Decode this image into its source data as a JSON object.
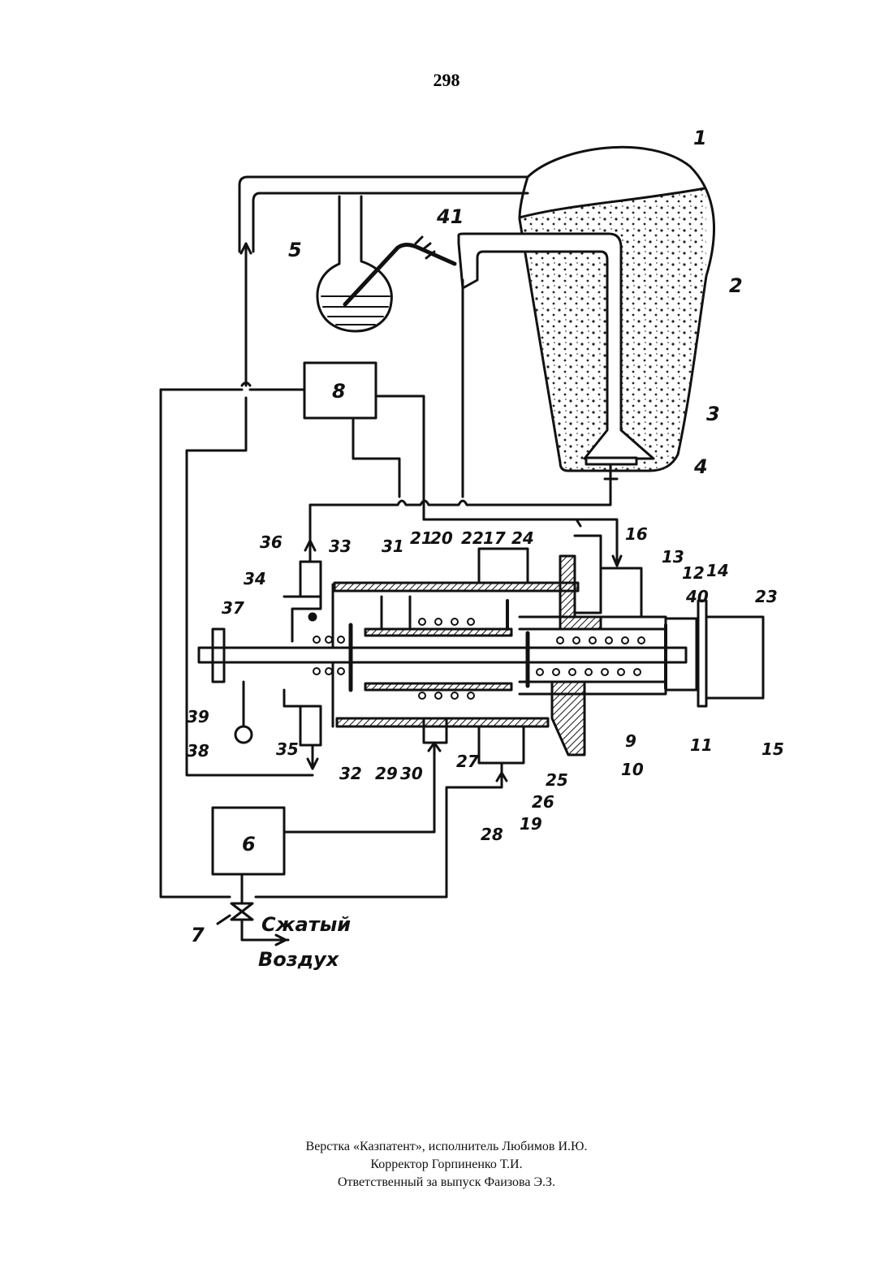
{
  "page": {
    "number": "298"
  },
  "diagram": {
    "blocks": {
      "b8": "8",
      "b6": "6"
    },
    "labels": {
      "l1": "1",
      "l2": "2",
      "l3": "3",
      "l4": "4",
      "l5": "5",
      "l7": "7",
      "l9": "9",
      "l10": "10",
      "l11": "11",
      "l12": "12",
      "l13": "13",
      "l14": "14",
      "l15": "15",
      "l16": "16",
      "l19": "19",
      "l20": "20",
      "l21": "21",
      "l22": "22",
      "l17": "17",
      "l23": "23",
      "l24": "24",
      "l25": "25",
      "l26": "26",
      "l27": "27",
      "l28": "28",
      "l29": "29",
      "l30": "30",
      "l31": "31",
      "l32": "32",
      "l33": "33",
      "l34": "34",
      "l35": "35",
      "l36": "36",
      "l37": "37",
      "l38": "38",
      "l39": "39",
      "l40": "40",
      "l41": "41"
    },
    "air_line1": "Сжатый",
    "air_line2": "Воздух"
  },
  "footer": {
    "line1": "Верстка «Казпатент», исполнитель Любимов И.Ю.",
    "line2": "Корректор Горпиненко Т.И.",
    "line3": "Ответственный за выпуск Фаизова Э.З."
  }
}
